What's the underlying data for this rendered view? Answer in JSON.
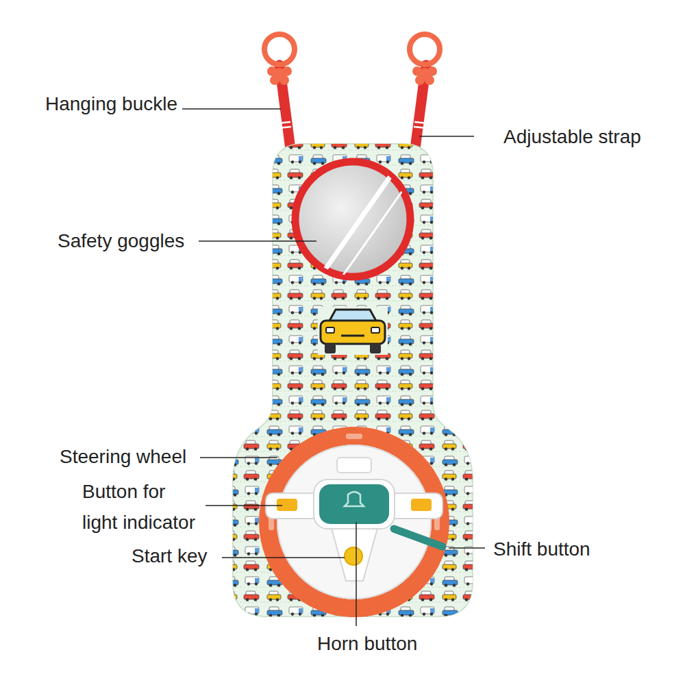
{
  "diagram": {
    "labels": [
      "Hanging buckle",
      "Adjustable strap",
      "Safety goggles",
      "Steering wheel",
      "Button for light indicator",
      "Start key",
      "Shift button",
      "Horn button"
    ]
  }
}
